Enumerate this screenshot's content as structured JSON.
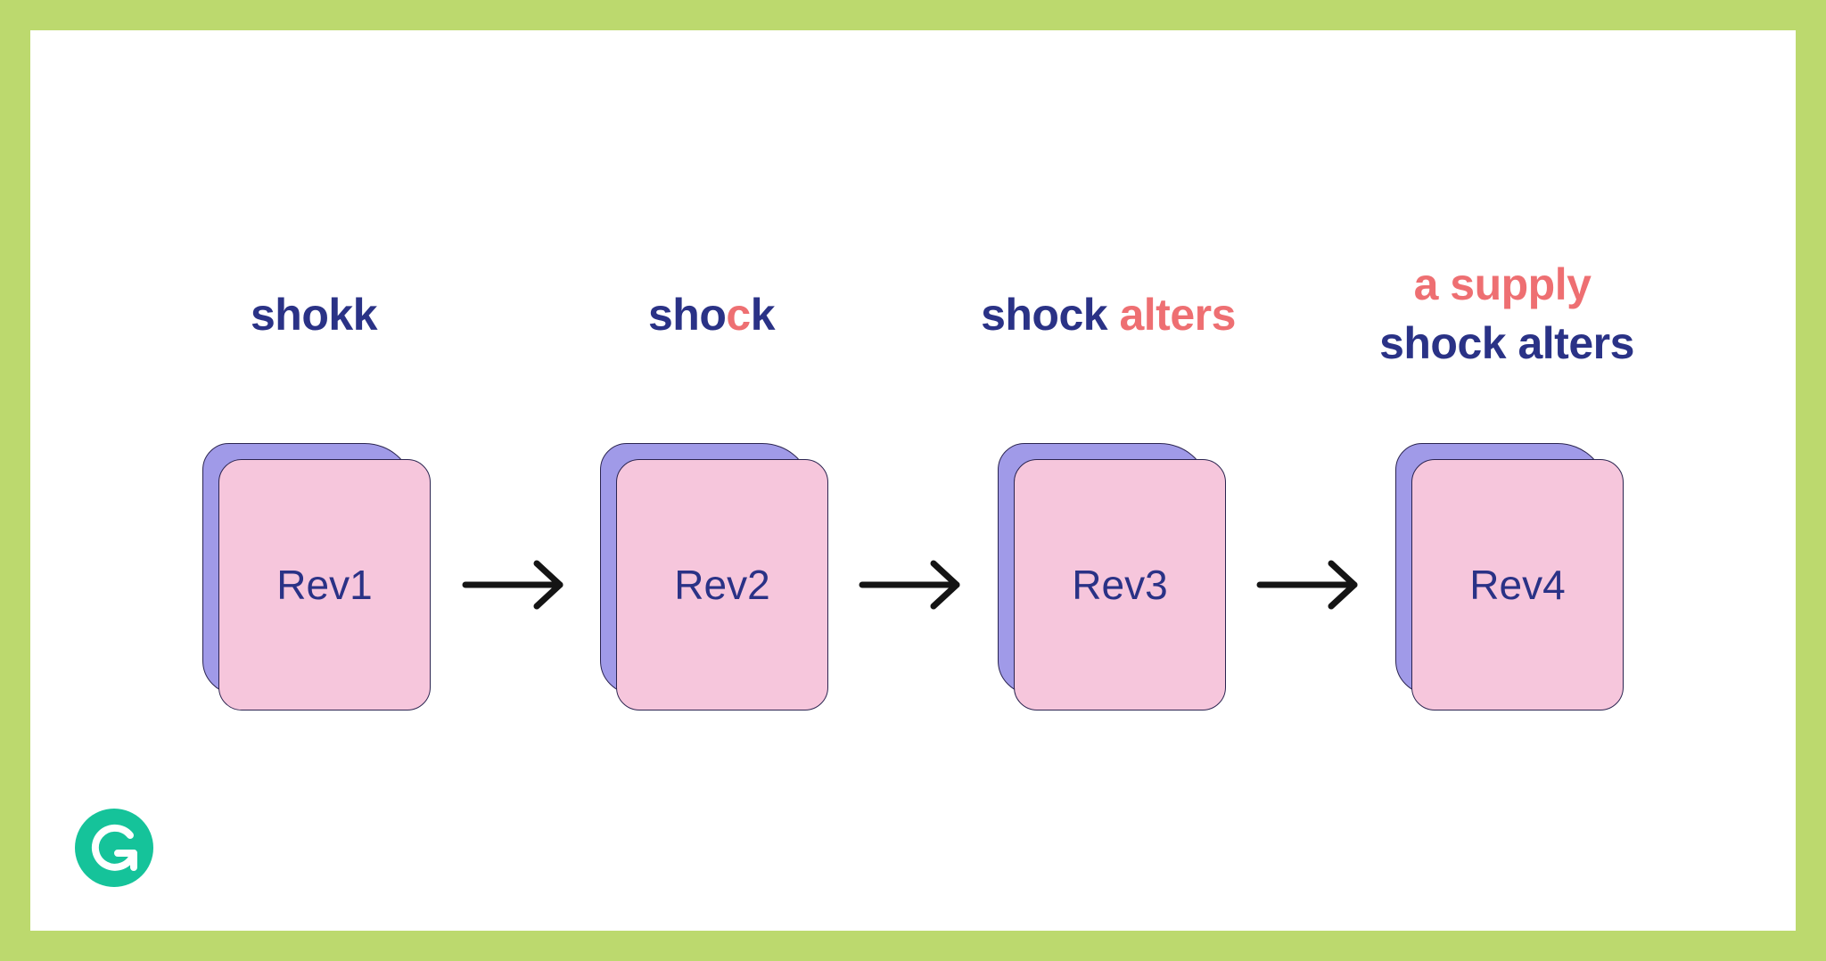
{
  "diagram": {
    "stages": [
      {
        "lines": [
          [
            {
              "text": "shokk",
              "highlight": false
            }
          ]
        ],
        "box_label": "Rev1"
      },
      {
        "lines": [
          [
            {
              "text": "sho",
              "highlight": false
            },
            {
              "text": "c",
              "highlight": true
            },
            {
              "text": "k",
              "highlight": false
            }
          ]
        ],
        "box_label": "Rev2"
      },
      {
        "lines": [
          [
            {
              "text": "shock ",
              "highlight": false
            },
            {
              "text": "alters",
              "highlight": true
            }
          ]
        ],
        "box_label": "Rev3"
      },
      {
        "lines": [
          [
            {
              "text": "a supply",
              "highlight": true
            }
          ],
          [
            {
              "text": "shock alters",
              "highlight": false
            }
          ]
        ],
        "box_label": "Rev4"
      }
    ],
    "arrow_count": 3
  },
  "colors": {
    "border": "#bcd96e",
    "text": "#2a3286",
    "highlight": "#ee6f72",
    "card_front": "#f6c6dc",
    "card_back": "#a09ae8",
    "logo": "#15c39a"
  },
  "icons": {
    "arrow": "right-arrow-icon",
    "logo": "grammarly-logo-icon"
  }
}
